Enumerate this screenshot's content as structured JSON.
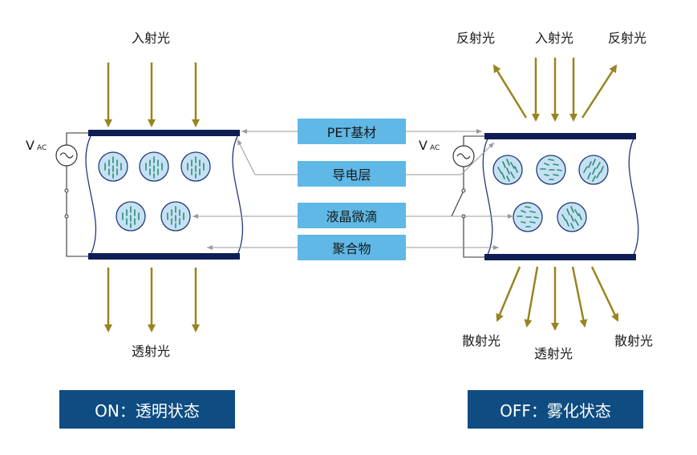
{
  "diagram": {
    "left": {
      "incident_label": "入射光",
      "transmitted_label": "透射光",
      "voltage_label": "V",
      "voltage_sub": "AC",
      "state_label": "ON：透明状态"
    },
    "right": {
      "reflected_left_label": "反射光",
      "incident_label": "入射光",
      "reflected_right_label": "反射光",
      "scattered_left_label": "散射光",
      "transmitted_label": "透射光",
      "scattered_right_label": "散射光",
      "voltage_label": "V",
      "voltage_sub": "AC",
      "state_label": "OFF：雾化状态"
    },
    "callouts": [
      "PET基材",
      "导电层",
      "液晶微滴",
      "聚合物"
    ],
    "colors": {
      "electrode": "#0f1f55",
      "arrow": "#9a8420",
      "callout_fill": "#5fb8e6",
      "state_fill": "#0e4c82",
      "droplet_fill": "#c6e1f3",
      "droplet_stroke": "#1f3a7a",
      "molecule": "#2b8c77"
    }
  }
}
